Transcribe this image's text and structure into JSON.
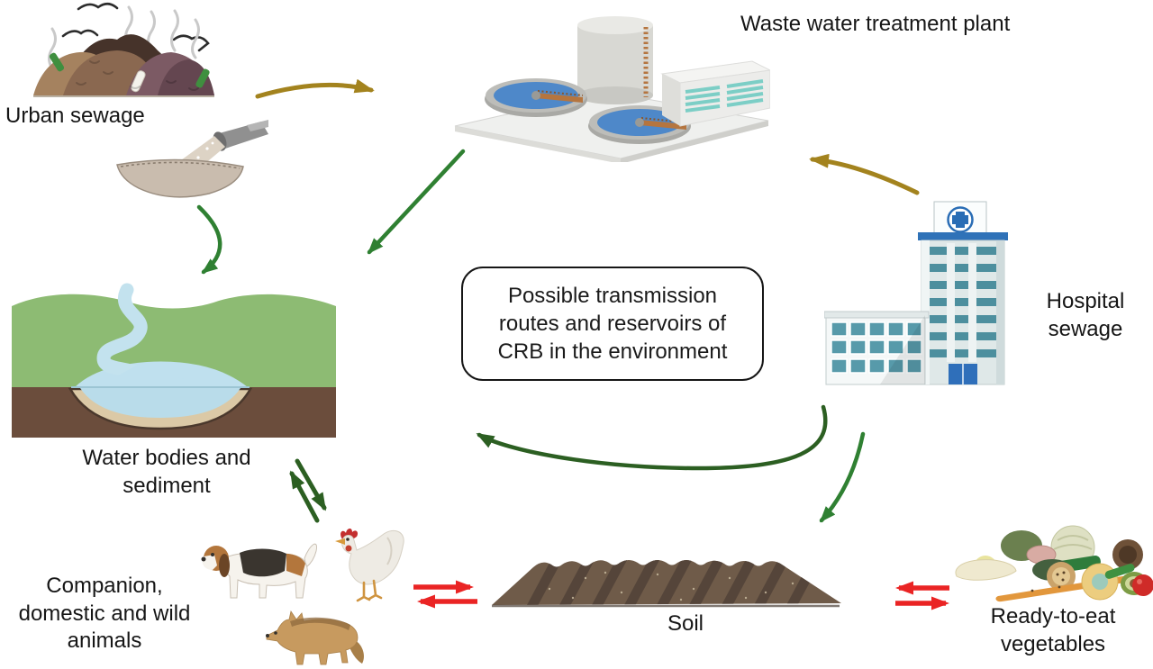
{
  "figure": {
    "center_box_text": "Possible transmission\nroutes and reservoirs of\nCRB in the environment"
  },
  "nodes": {
    "urban_sewage": {
      "label": "Urban sewage"
    },
    "treatment_plant": {
      "label": "Waste water treatment plant"
    },
    "hospital": {
      "label": "Hospital\nsewage"
    },
    "water_bodies": {
      "label": "Water bodies and\nsediment"
    },
    "animals": {
      "label": "Companion,\ndomestic and wild\nanimals"
    },
    "soil": {
      "label": "Soil"
    },
    "vegetables": {
      "label": "Ready-to-eat\nvegetables"
    }
  },
  "edges": [
    {
      "from": "Urban sewage",
      "to": "Waste water treatment plant",
      "color": "olive",
      "bidirectional": false
    },
    {
      "from": "Hospital sewage",
      "to": "Waste water treatment plant",
      "color": "olive",
      "bidirectional": false
    },
    {
      "from": "Waste water treatment plant",
      "to": "Water bodies and sediment",
      "color": "green",
      "bidirectional": false
    },
    {
      "from": "Urban sewage",
      "to": "Water bodies and sediment",
      "color": "green",
      "bidirectional": false
    },
    {
      "from": "Hospital sewage",
      "to": "Water bodies and sediment",
      "color": "green",
      "bidirectional": false
    },
    {
      "from": "Hospital sewage",
      "to": "Soil",
      "color": "green",
      "bidirectional": false
    },
    {
      "from": "Water bodies and sediment",
      "to": "Companion, domestic and wild animals",
      "color": "green",
      "bidirectional": true
    },
    {
      "from": "Companion, domestic and wild animals",
      "to": "Soil",
      "color": "red",
      "bidirectional": true
    },
    {
      "from": "Soil",
      "to": "Ready-to-eat vegetables",
      "color": "red",
      "bidirectional": true
    }
  ],
  "colors": {
    "arrow_green": "#2f8032",
    "arrow_green_dark": "#2c5f22",
    "arrow_olive": "#a3831e",
    "arrow_red": "#ea2424"
  }
}
